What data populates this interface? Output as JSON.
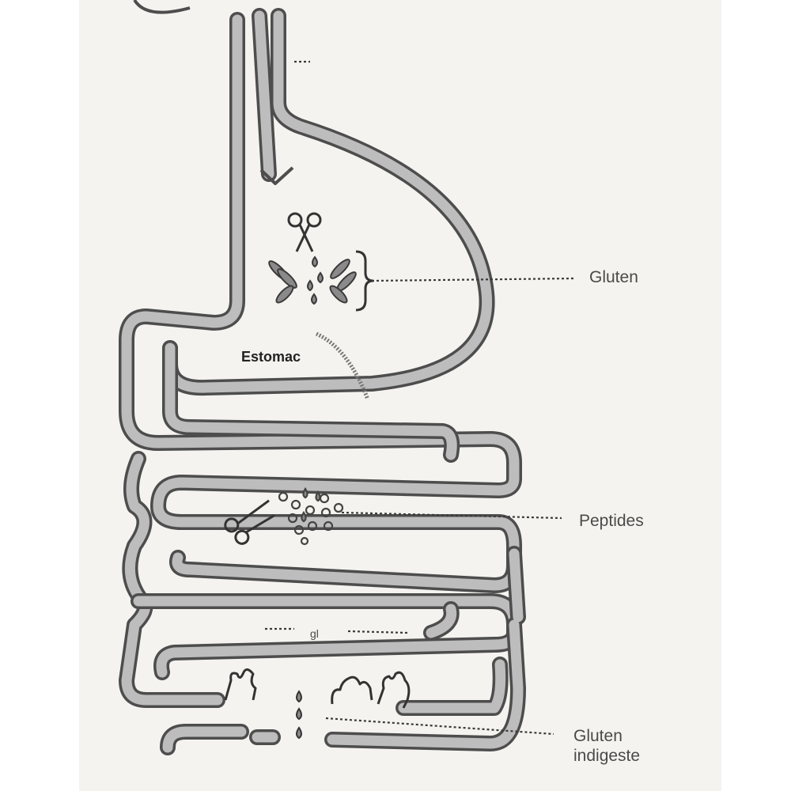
{
  "labels": {
    "estomac": "Estomac",
    "gluten": "Gluten",
    "peptides": "Peptides",
    "indigeste_line1": "Gluten",
    "indigeste_line2": "indigeste",
    "scribble": "gl"
  },
  "colors": {
    "paper": "#f4f3ef",
    "ink": "#4d4d4d",
    "tube_fill": "#bdbdbd"
  },
  "icons": [
    "scissors-icon",
    "scissors-icon",
    "villi-flame-icon"
  ]
}
